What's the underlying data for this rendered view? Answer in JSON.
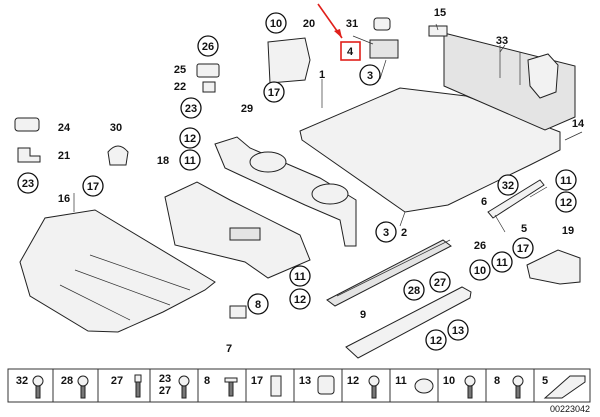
{
  "labels": {
    "l1": "1",
    "l2": "2",
    "l3a": "3",
    "l3b": "3",
    "l4": "4",
    "l5": "5",
    "l6": "6",
    "l7": "7",
    "l8": "8",
    "l9": "9",
    "l10a": "10",
    "l10b": "10",
    "l11a": "11",
    "l11b": "11",
    "l11c": "11",
    "l11d": "11",
    "l12a": "12",
    "l12b": "12",
    "l12c": "12",
    "l12d": "12",
    "l13": "13",
    "l14": "14",
    "l15": "15",
    "l16": "16",
    "l17a": "17",
    "l17b": "17",
    "l17c": "17",
    "l18": "18",
    "l19": "19",
    "l20": "20",
    "l21": "21",
    "l22": "22",
    "l23a": "23",
    "l23b": "23",
    "l24": "24",
    "l25": "25",
    "l26a": "26",
    "l26b": "26",
    "l27": "27",
    "l28": "28",
    "l29": "29",
    "l30": "30",
    "l31": "31",
    "l32": "32",
    "l33": "33"
  },
  "strip": [
    "32",
    "28",
    "27",
    "23",
    "27",
    "8",
    "17",
    "13",
    "12",
    "11",
    "10",
    "8",
    "5"
  ],
  "diagram_code": "00223042",
  "highlight_color": "#e0201b"
}
